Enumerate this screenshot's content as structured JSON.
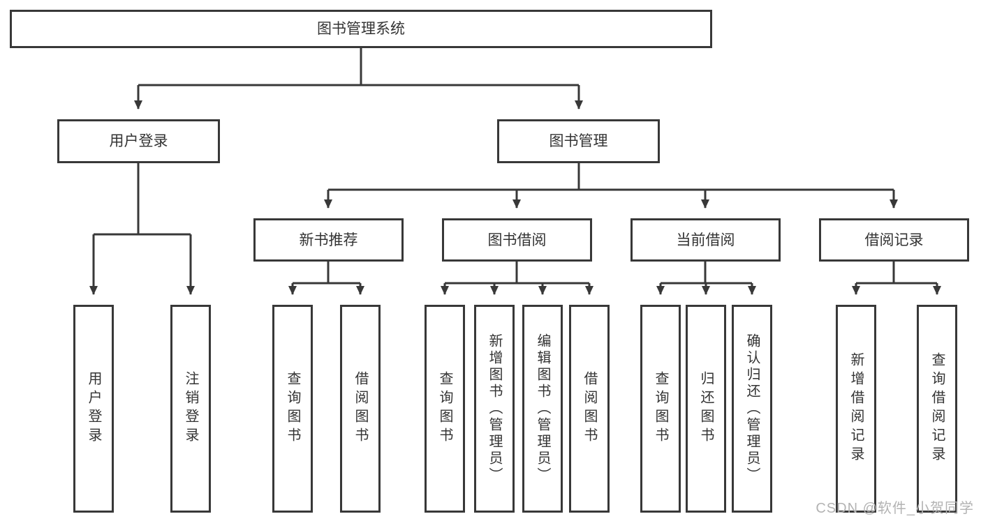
{
  "diagram": {
    "nodes": {
      "root": "图书管理系统",
      "user_login": "用户登录",
      "book_mgmt": "图书管理",
      "new_book_rec": "新书推荐",
      "book_borrow": "图书借阅",
      "current_borrow": "当前借阅",
      "borrow_record": "借阅记录",
      "leaf_user_login": "用户登录",
      "leaf_logout": "注销登录",
      "leaf_query_book_1": "查询图书",
      "leaf_borrow_book_1": "借阅图书",
      "leaf_query_book_2": "查询图书",
      "leaf_add_book": "新增图书（管理员）",
      "leaf_edit_book": "编辑图书（管理员）",
      "leaf_borrow_book_2": "借阅图书",
      "leaf_query_book_3": "查询图书",
      "leaf_return_book": "归还图书",
      "leaf_confirm_return": "确认归还（管理员）",
      "leaf_add_record": "新增借阅记录",
      "leaf_query_record": "查询借阅记录"
    },
    "line_color": "#383838",
    "box_background": "#ffffff",
    "text_color": "#333333"
  },
  "watermark": {
    "text": "CSDN @软件_小贺同学"
  }
}
